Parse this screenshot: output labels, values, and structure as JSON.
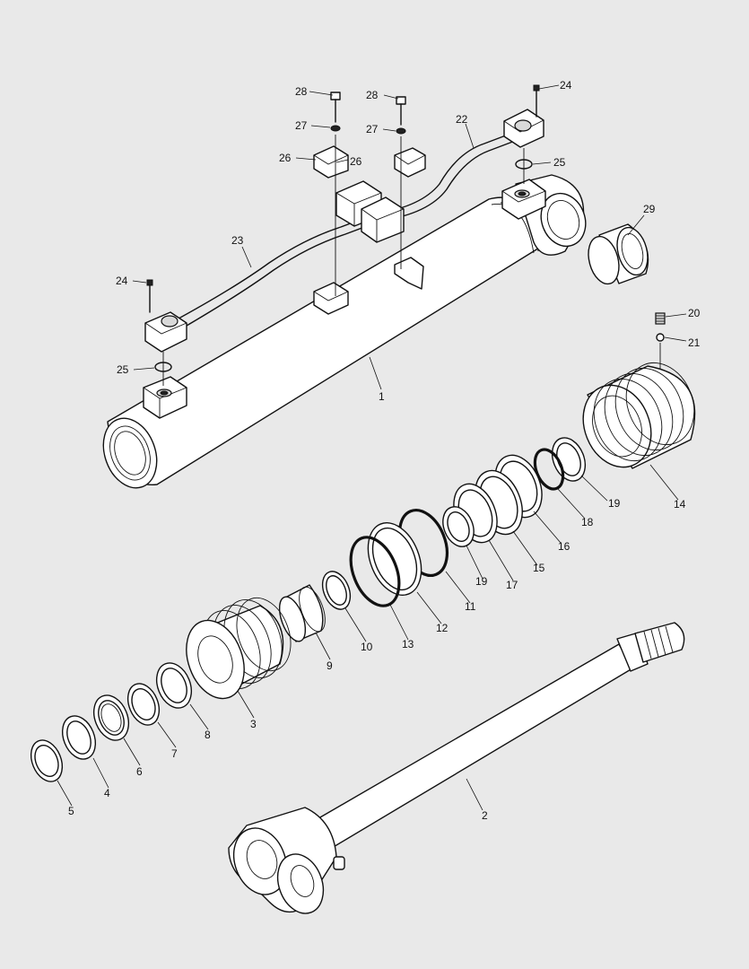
{
  "callouts": {
    "c1": "1",
    "c2": "2",
    "c3": "3",
    "c4": "4",
    "c5": "5",
    "c6": "6",
    "c7": "7",
    "c8": "8",
    "c9": "9",
    "c10": "10",
    "c11": "11",
    "c12": "12",
    "c13": "13",
    "c14": "14",
    "c15": "15",
    "c16": "16",
    "c17": "17",
    "c18": "18",
    "c19a": "19",
    "c19b": "19",
    "c20": "20",
    "c21": "21",
    "c22": "22",
    "c23": "23",
    "c24a": "24",
    "c24b": "24",
    "c25a": "25",
    "c25b": "25",
    "c26a": "26",
    "c26b": "26",
    "c27a": "27",
    "c27b": "27",
    "c28a": "28",
    "c28b": "28",
    "c29": "29"
  }
}
